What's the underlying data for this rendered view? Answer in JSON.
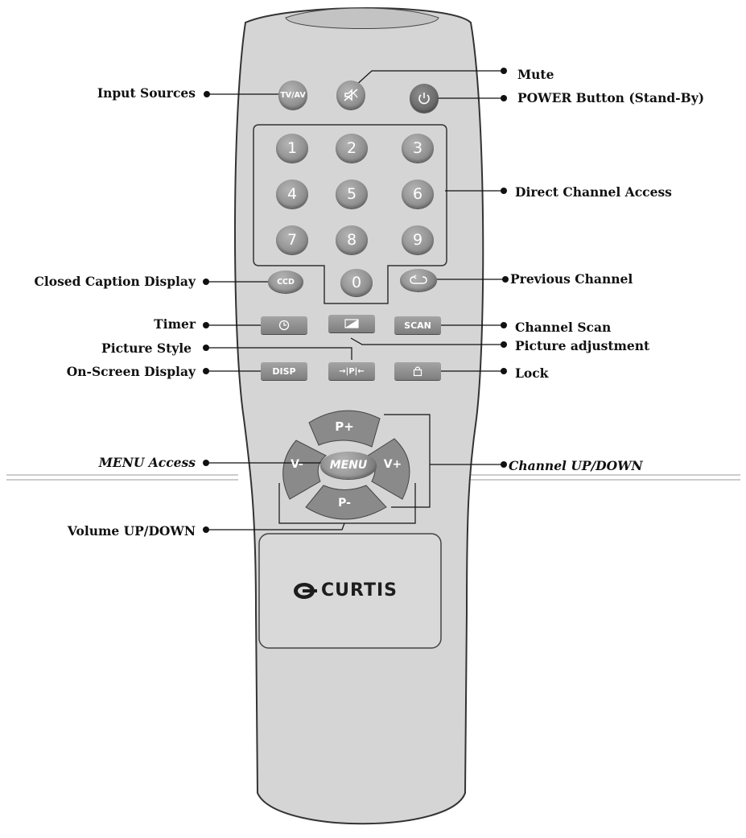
{
  "labels": {
    "input_sources": "Input Sources",
    "mute": "Mute",
    "power": "POWER Button (Stand-By)",
    "direct_channel": "Direct Channel Access",
    "closed_caption": "Closed Caption Display",
    "previous_channel": "Previous Channel",
    "timer": "Timer",
    "channel_scan": "Channel Scan",
    "picture_style": "Picture Style",
    "picture_adjustment": "Picture adjustment",
    "on_screen_display": "On-Screen Display",
    "lock": "Lock",
    "menu_access": "MENU Access",
    "channel_up_down": "Channel UP/DOWN",
    "volume_up_down": "Volume UP/DOWN"
  },
  "buttons": {
    "tv_av": "TV/AV",
    "digits": [
      "1",
      "2",
      "3",
      "4",
      "5",
      "6",
      "7",
      "8",
      "9",
      "0"
    ],
    "ccd": "CCD",
    "scan": "SCAN",
    "disp": "DISP",
    "pp": "→|P|←",
    "p_plus": "P+",
    "p_minus": "P-",
    "v_minus": "V-",
    "v_plus": "V+",
    "menu": "MENU"
  },
  "icons": {
    "mute": "mute-icon",
    "power": "power-icon",
    "previous": "previous-channel-icon",
    "timer": "clock-icon",
    "picture": "picture-adjust-icon",
    "lock": "lock-icon"
  },
  "logo": {
    "text": "CURTIS"
  },
  "colors": {
    "remote_body": "#d5d5d5",
    "button": "#8e8e8e",
    "power_button": "#6c6c6c",
    "label_text": "#111111"
  }
}
